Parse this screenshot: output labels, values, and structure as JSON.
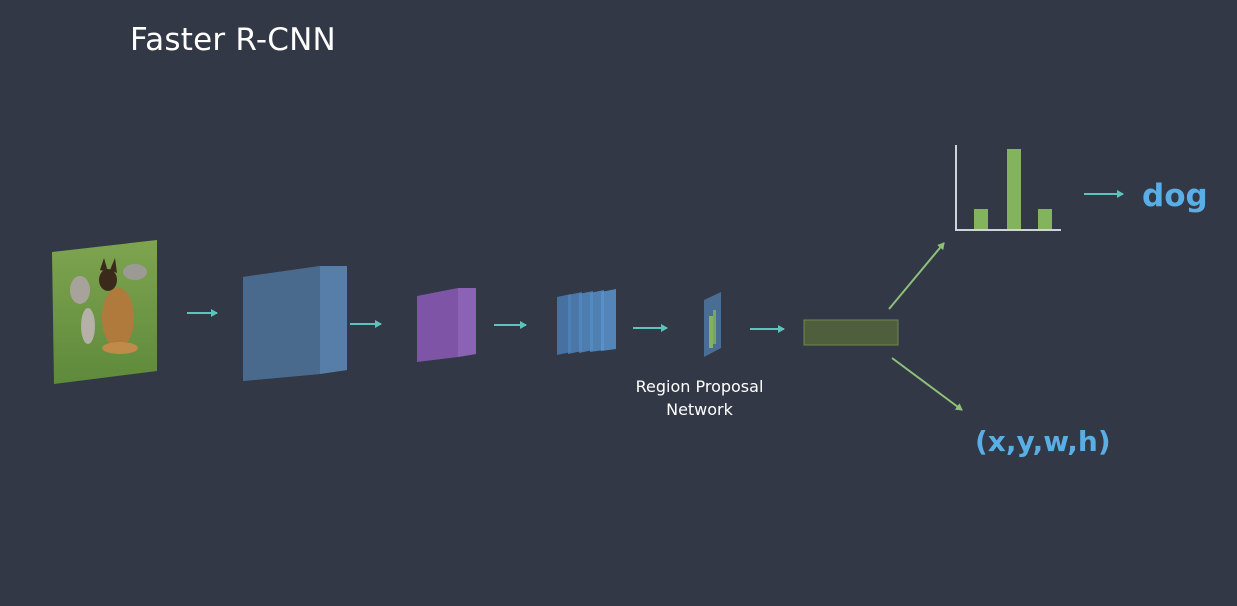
{
  "title": "Faster R-CNN",
  "rpn_label": [
    "Region Proposal",
    "Network"
  ],
  "outputs": {
    "class_label": "dog",
    "bbox_label": "(x,y,w,h)"
  },
  "colors": {
    "background": "#323845",
    "arrow": "#5cc4bd",
    "block_blue": "#4b6f96",
    "block_purple": "#7e55a6",
    "feature_green": "#84b35d",
    "output_text": "#5aaee6"
  },
  "class_histogram": {
    "values": [
      1,
      4,
      1
    ]
  }
}
